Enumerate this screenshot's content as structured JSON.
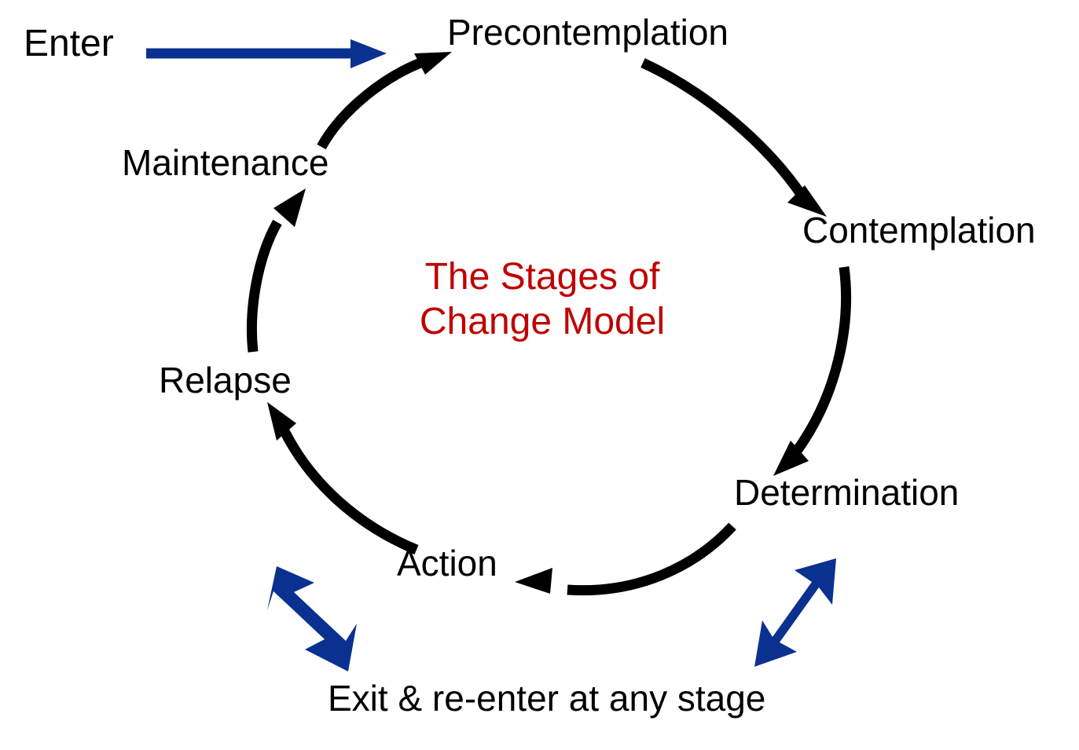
{
  "diagram": {
    "title": "The Stages of Change Model",
    "title_line1": "The Stages of",
    "title_line2": "Change Model",
    "title_color": "#C00000",
    "background_color": "#FFFFFF",
    "cycle_color": "#000000",
    "accent_color": "#0B3190",
    "entry_label": "Enter",
    "exit_label": "Exit & re-enter at any stage",
    "stages": [
      {
        "id": "precontemplation",
        "label": "Precontemplation",
        "order": 1
      },
      {
        "id": "contemplation",
        "label": "Contemplation",
        "order": 2
      },
      {
        "id": "determination",
        "label": "Determination",
        "order": 3
      },
      {
        "id": "action",
        "label": "Action",
        "order": 4
      },
      {
        "id": "relapse",
        "label": "Relapse",
        "order": 5
      },
      {
        "id": "maintenance",
        "label": "Maintenance",
        "order": 6
      }
    ],
    "flow": [
      {
        "from": "enter",
        "to": "precontemplation",
        "style": "straight",
        "color": "#0B3190"
      },
      {
        "from": "precontemplation",
        "to": "contemplation",
        "style": "arc",
        "color": "#000000"
      },
      {
        "from": "contemplation",
        "to": "determination",
        "style": "arc",
        "color": "#000000"
      },
      {
        "from": "determination",
        "to": "action",
        "style": "arc",
        "color": "#000000"
      },
      {
        "from": "action",
        "to": "relapse",
        "style": "arc",
        "color": "#000000"
      },
      {
        "from": "relapse",
        "to": "maintenance",
        "style": "arc",
        "color": "#000000"
      },
      {
        "from": "maintenance",
        "to": "precontemplation",
        "style": "arc",
        "color": "#000000"
      }
    ],
    "exit_connectors": [
      {
        "id": "exit-left",
        "style": "double-headed",
        "direction": "ne-sw",
        "color": "#0B3190"
      },
      {
        "id": "exit-right",
        "style": "double-headed",
        "direction": "nw-se",
        "color": "#0B3190"
      }
    ]
  }
}
